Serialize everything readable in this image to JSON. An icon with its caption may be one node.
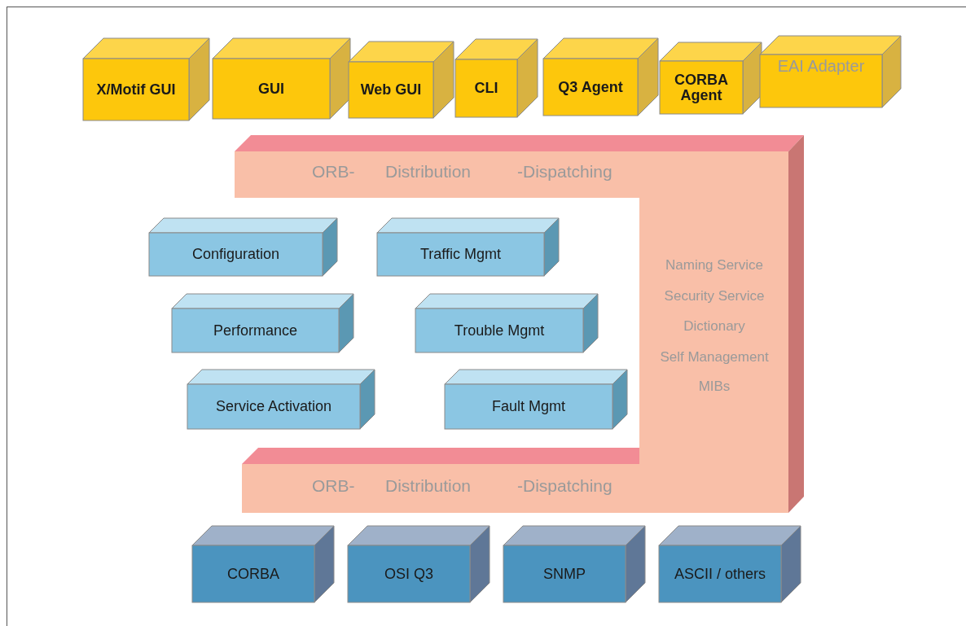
{
  "diagram": {
    "nodes": [
      {
        "text": [
          "X/Motif GUI"
        ]
      },
      {
        "text": [
          "GUI"
        ]
      },
      {
        "text": [
          "Web GUI"
        ]
      },
      {
        "text": [
          "CLI"
        ]
      },
      {
        "text": [
          "Q3 Agent"
        ]
      },
      {
        "text": [
          "CORBA Agent"
        ]
      },
      {
        "text": [
          "EAI Adapter"
        ]
      },
      {
        "text": [
          "ORB-",
          "Distribution",
          "-Dispatching",
          "Naming Service",
          "Security Service",
          "Dictionary",
          "Self Management",
          "MIBs",
          "ORB-",
          "Distribution",
          "-Dispatching"
        ]
      },
      {
        "text": [
          "Configuration"
        ]
      },
      {
        "text": [
          "Traffic Mgmt"
        ]
      },
      {
        "text": [
          "Performance"
        ]
      },
      {
        "text": [
          "Trouble Mgmt"
        ]
      },
      {
        "text": [
          "Service Activation"
        ]
      },
      {
        "text": [
          "Fault Mgmt"
        ]
      },
      {
        "text": [
          "CORBA"
        ]
      },
      {
        "text": [
          "OSI Q3"
        ]
      },
      {
        "text": [
          "SNMP"
        ]
      },
      {
        "text": [
          "ASCII / others"
        ]
      }
    ]
  }
}
